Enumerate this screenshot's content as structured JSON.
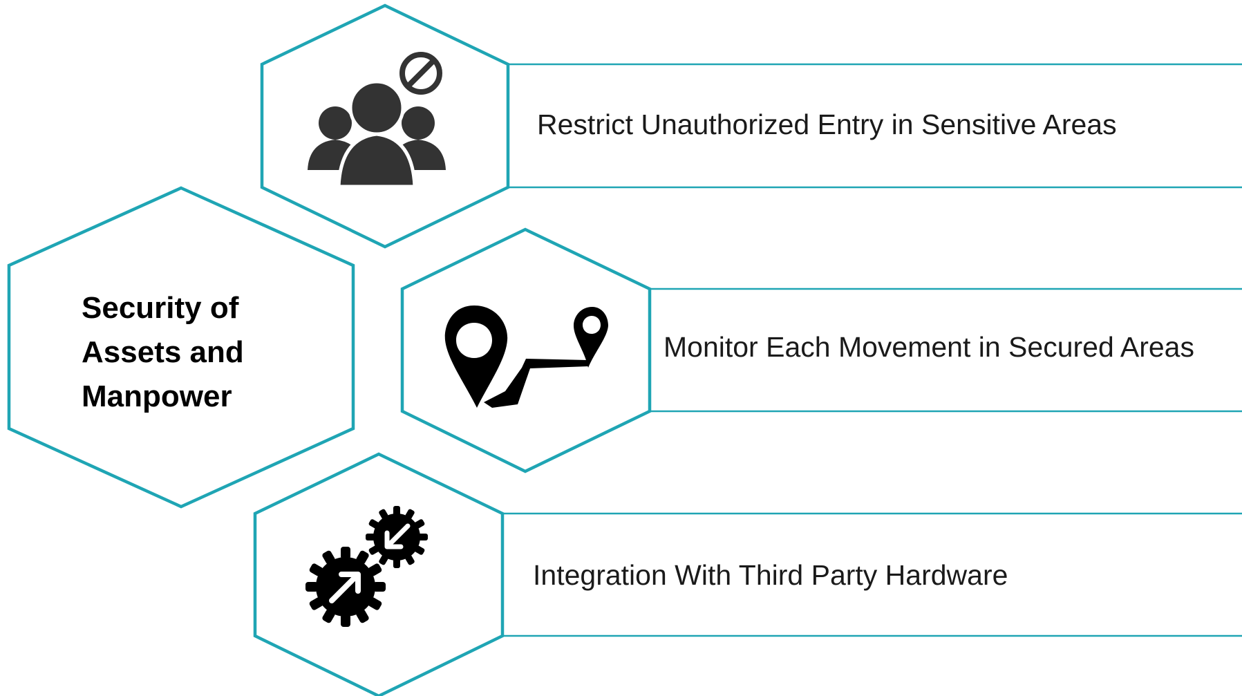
{
  "title_lines": [
    "Security of",
    "Assets and",
    "Manpower"
  ],
  "features": [
    {
      "label": "Restrict Unauthorized Entry in Sensitive Areas",
      "icon": "restricted-users-icon"
    },
    {
      "label": "Monitor Each Movement in Secured Areas",
      "icon": "location-route-icon"
    },
    {
      "label": "Integration With Third Party Hardware",
      "icon": "gears-integration-icon"
    }
  ],
  "colors": {
    "accent": "#1fa5b4",
    "icon": "#333333",
    "text": "#1a1a1a"
  }
}
